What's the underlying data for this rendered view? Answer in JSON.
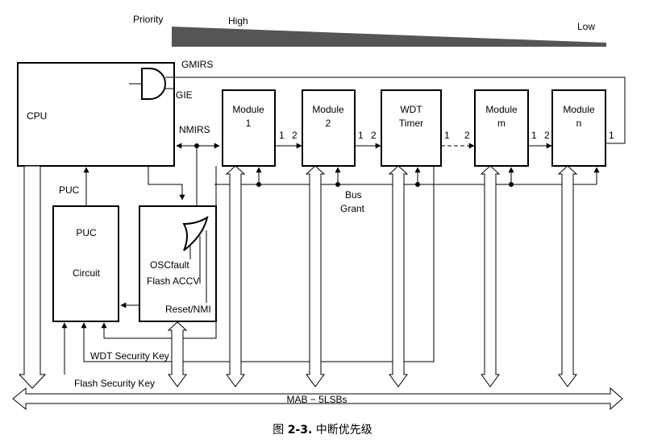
{
  "priority": {
    "label": "Priority",
    "high": "High",
    "low": "Low"
  },
  "signals": {
    "gmirs": "GMIRS",
    "gie": "GIE",
    "nmirs": "NMIRS",
    "puc": "PUC",
    "osc_fault": "OSCfault",
    "flash_accv": "Flash ACCV",
    "reset_nmi": "Reset/NMI",
    "bus_grant_line1": "Bus",
    "bus_grant_line2": "Grant",
    "wdt_security_key": "WDT Security Key",
    "flash_security_key": "Flash Security Key",
    "mab": "MAB − 5LSBs"
  },
  "blocks": {
    "cpu": "CPU",
    "puc_circuit_line1": "PUC",
    "puc_circuit_line2": "Circuit"
  },
  "modules": [
    {
      "line1": "Module",
      "line2": "1",
      "in_port": "",
      "out_port": "1"
    },
    {
      "line1": "Module",
      "line2": "2",
      "in_port": "2",
      "out_port": "1"
    },
    {
      "line1": "WDT",
      "line2": "Timer",
      "in_port": "2",
      "out_port": "1"
    },
    {
      "line1": "Module",
      "line2": "m",
      "in_port": "2",
      "out_port": "1"
    },
    {
      "line1": "Module",
      "line2": "n",
      "in_port": "2",
      "out_port": "1"
    }
  ],
  "caption": {
    "prefix": "图 ",
    "number": "2-3.",
    "title": " 中断优先级"
  }
}
